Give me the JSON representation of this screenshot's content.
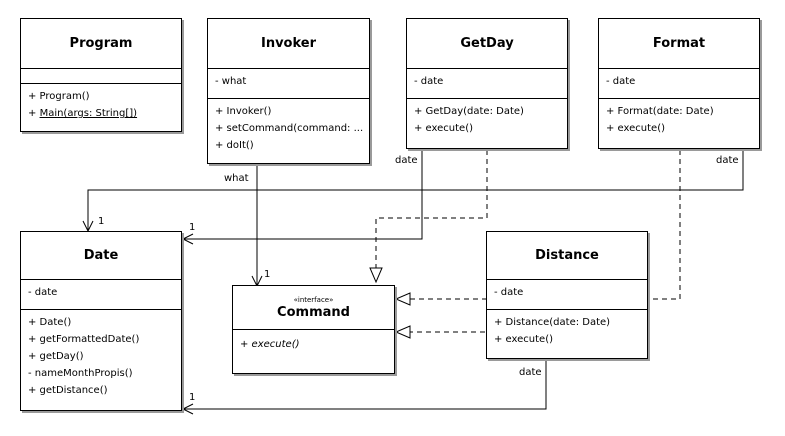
{
  "classes": {
    "program": {
      "name": "Program",
      "ops": [
        "+ Program()",
        "Main(args: String[])"
      ],
      "main_visibility": "+ "
    },
    "invoker": {
      "name": "Invoker",
      "attrs": [
        "- what"
      ],
      "ops": [
        "+ Invoker()",
        "+ setCommand(command: ...",
        "+ doIt()"
      ]
    },
    "getday": {
      "name": "GetDay",
      "attrs": [
        "- date"
      ],
      "ops": [
        "+ GetDay(date: Date)",
        "+ execute()"
      ]
    },
    "format": {
      "name": "Format",
      "attrs": [
        "- date"
      ],
      "ops": [
        "+ Format(date: Date)",
        "+ execute()"
      ]
    },
    "date": {
      "name": "Date",
      "attrs": [
        "- date"
      ],
      "ops": [
        "+ Date()",
        "+ getFormattedDate()",
        "+ getDay()",
        "- nameMonthPropis()",
        "+ getDistance()"
      ]
    },
    "command": {
      "stereotype": "«interface»",
      "name": "Command",
      "ops": [
        "+ execute()"
      ]
    },
    "distance": {
      "name": "Distance",
      "attrs": [
        "- date"
      ],
      "ops": [
        "+ Distance(date: Date)",
        "+ execute()"
      ]
    }
  },
  "labels": {
    "getday_role": "date",
    "format_role": "date",
    "invoker_role": "what",
    "distance_role": "date",
    "mult_date_top": "1",
    "mult_date_mid": "1",
    "mult_command": "1",
    "mult_date_bottom": "1"
  },
  "colors": {
    "line": "#000000",
    "shadow": "#9a9a9a",
    "background": "#ffffff"
  }
}
